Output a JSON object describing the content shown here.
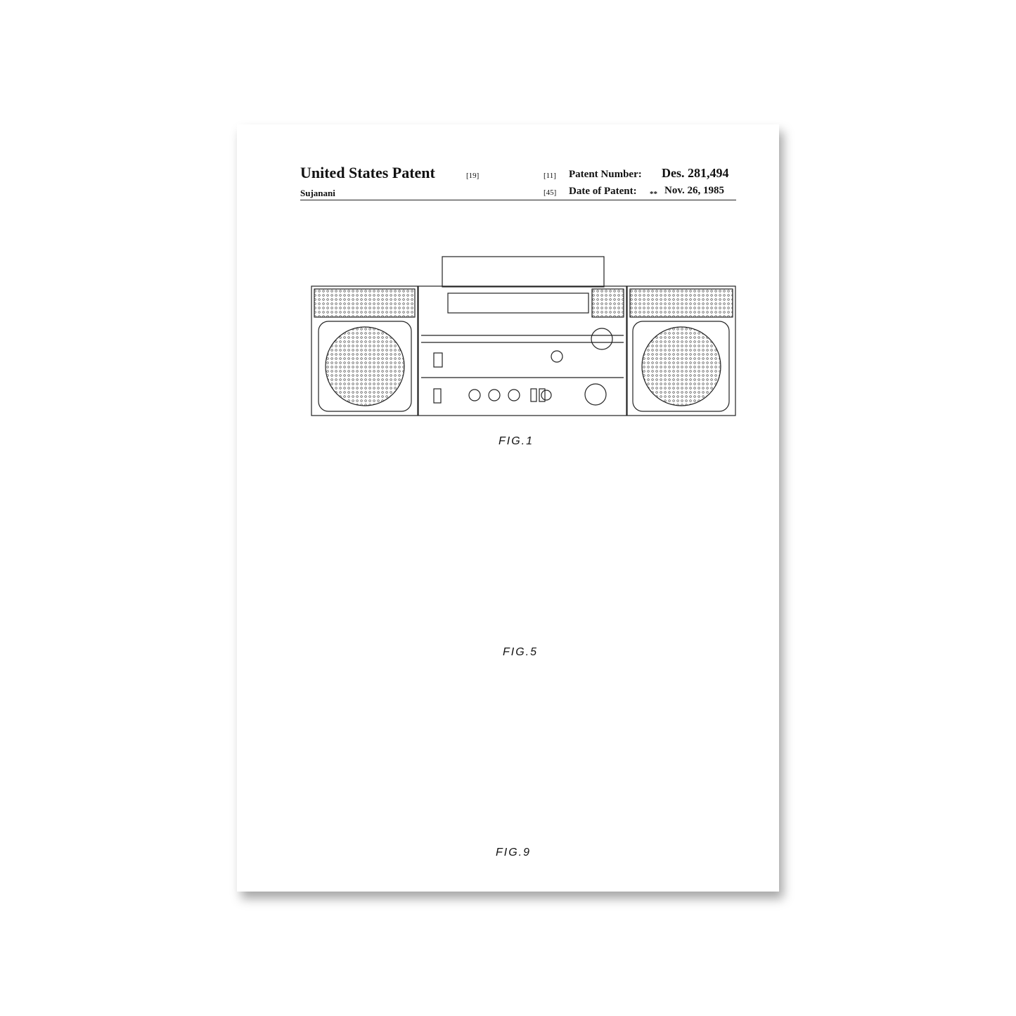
{
  "header": {
    "title": "United States Patent",
    "title_ref": "[19]",
    "inventor": "Sujanani",
    "number_ref": "[11]",
    "number_label": "Patent Number:",
    "number_value": "Des. 281,494",
    "date_ref": "[45]",
    "date_label": "Date of Patent:",
    "date_marker": "**",
    "date_value": "Nov. 26, 1985"
  },
  "figures": [
    "FIG.1",
    "FIG.5",
    "FIG.9"
  ]
}
